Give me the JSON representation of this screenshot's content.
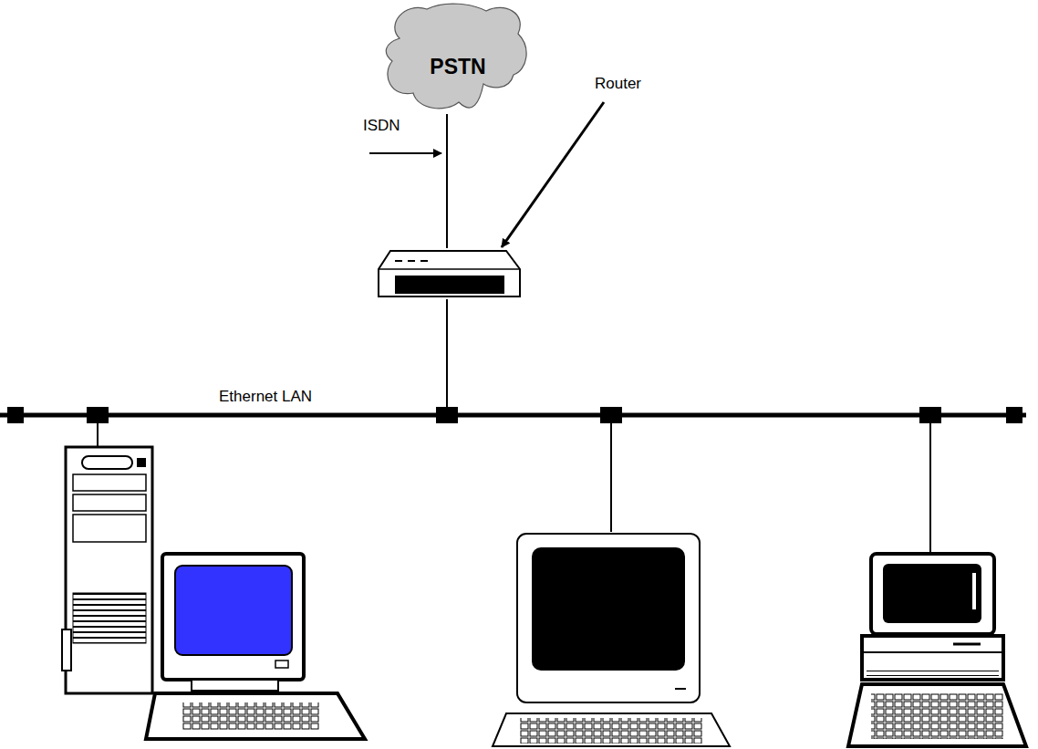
{
  "diagram": {
    "nodes": [
      {
        "text": [
          "PSTN"
        ]
      }
    ],
    "labels": [
      "Router",
      "ISDN",
      "Ethernet LAN"
    ]
  }
}
